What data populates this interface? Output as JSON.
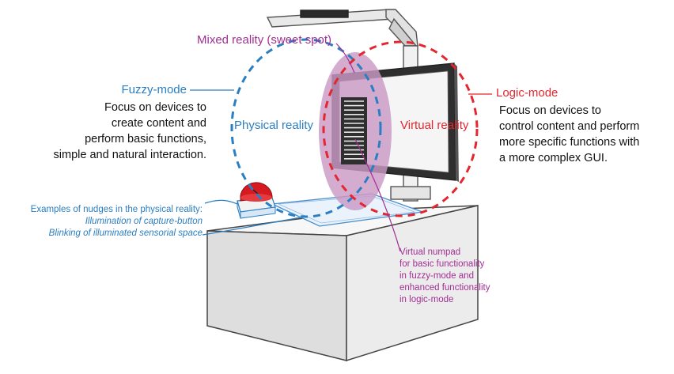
{
  "labels": {
    "mixed_reality": "Mixed reality (sweet spot)",
    "fuzzy_mode": "Fuzzy-mode",
    "fuzzy_desc": [
      "Focus on devices to",
      "create content and",
      "perform basic functions,",
      "simple and natural interaction."
    ],
    "physical_reality": "Physical reality",
    "virtual_reality": "Virtual reality",
    "logic_mode": "Logic-mode",
    "logic_desc": [
      "Focus on devices to",
      "control content and perform",
      "more specific functions with",
      "a more complex GUI."
    ],
    "nudges_title": "Examples of nudges in the physical reality:",
    "nudge_items": [
      "Illumination of capture-button",
      "Blinking of illuminated sensorial space"
    ],
    "numpad_desc": [
      "Virtual numpad",
      "for basic functionality",
      "in fuzzy-mode and",
      "enhanced functionality",
      "in logic-mode"
    ]
  },
  "colors": {
    "fuzzy": "#2a7ec2",
    "logic": "#e3262f",
    "mixed": "#a12f93",
    "overlap_fill": "#c99ac6"
  }
}
